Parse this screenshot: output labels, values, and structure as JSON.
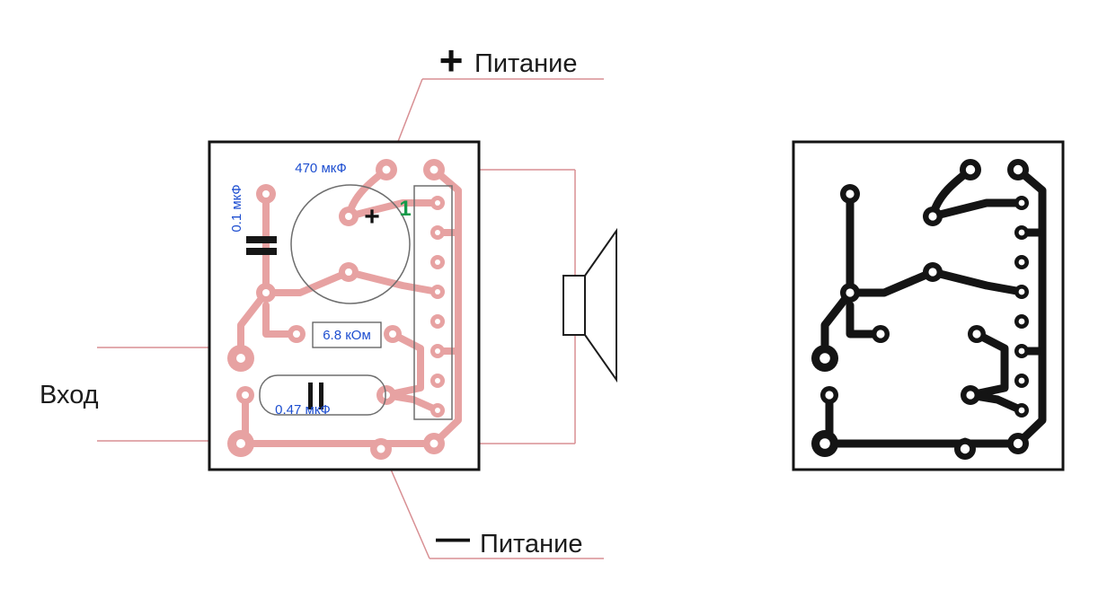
{
  "diagram": {
    "labels": {
      "power_plus_sign": "+",
      "power_plus": "Питание",
      "power_minus_sign": "—",
      "power_minus": "Питание",
      "input": "Вход"
    },
    "components": {
      "cap470": "470 мкФ",
      "cap01": "0.1 мкФ",
      "res68": "6.8 кОм",
      "cap047": "0.47 мкФ",
      "pin1": "1"
    },
    "colors": {
      "trace_pink": "#e7a2a2",
      "leader_pink": "#d88f93",
      "trace_black": "#141414",
      "label_blue": "#1d4ed0",
      "pin_green": "#169a4a",
      "text_black": "#1c1c1c"
    }
  }
}
